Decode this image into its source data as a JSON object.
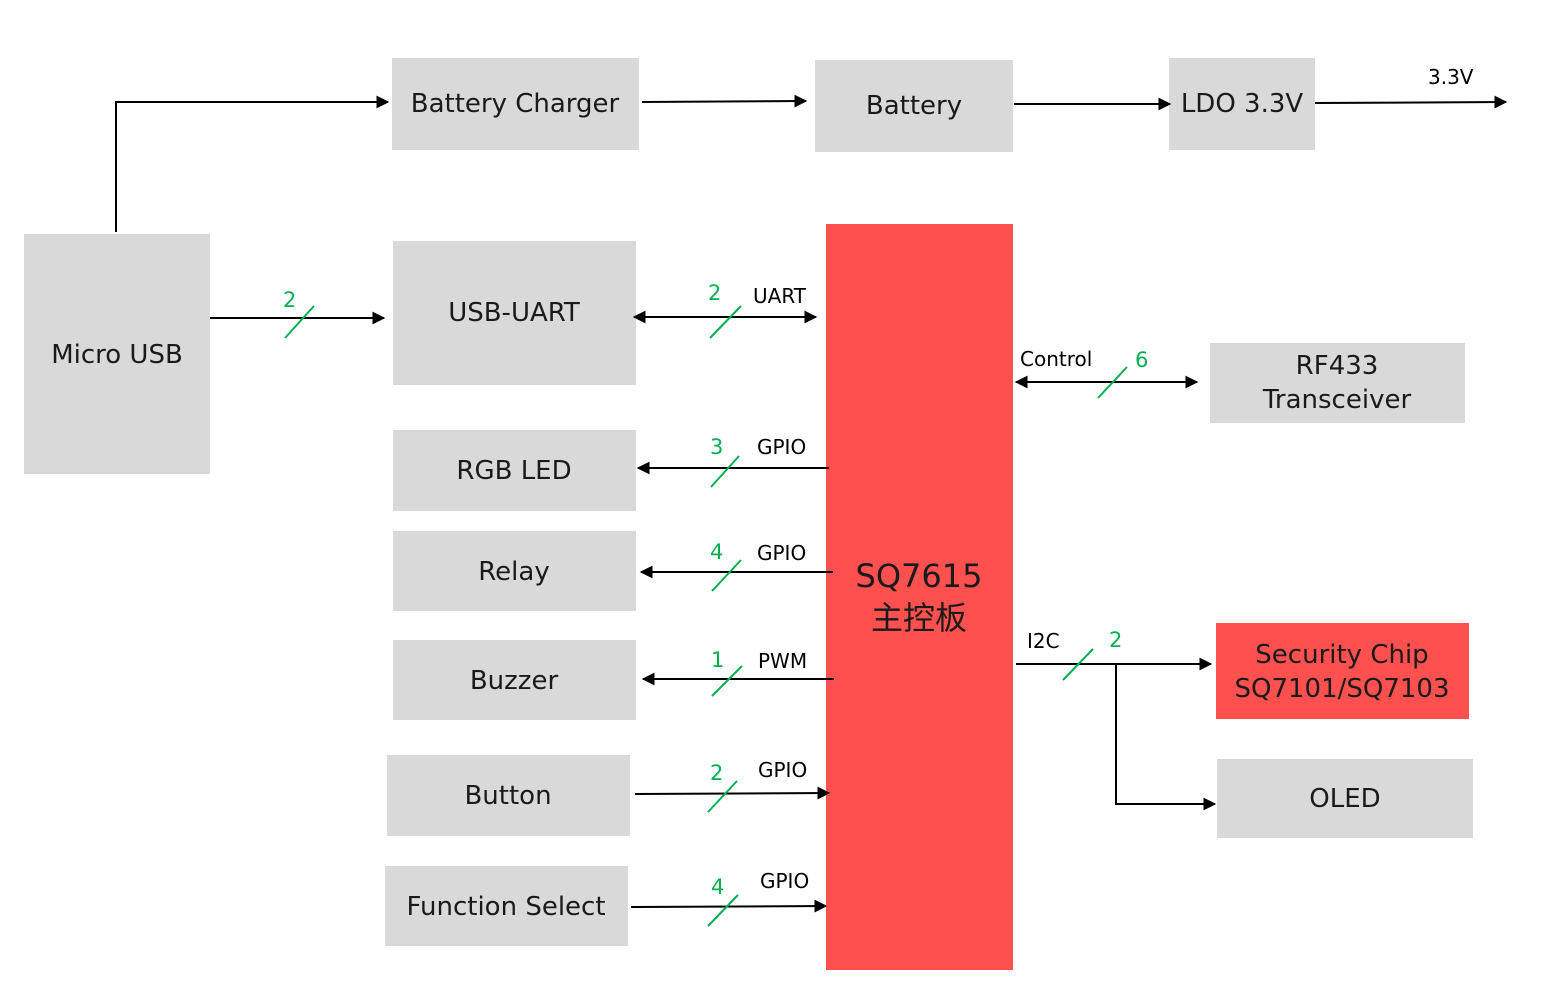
{
  "colors": {
    "block_gray": "#d9d9d9",
    "block_red": "#ff5050",
    "bus_width_marker": "#00b050",
    "wire": "#000000"
  },
  "blocks": {
    "micro_usb": "Micro USB",
    "battery_charger": "Battery Charger",
    "battery": "Battery",
    "ldo": "LDO 3.3V",
    "usb_uart": "USB-UART",
    "rgb_led": "RGB LED",
    "relay": "Relay",
    "buzzer": "Buzzer",
    "button": "Button",
    "function_select": "Function Select",
    "mcu_line1": "SQ7615",
    "mcu_line2": "主控板",
    "rf433_line1": "RF433",
    "rf433_line2": "Transceiver",
    "security_line1": "Security Chip",
    "security_line2": "SQ7101/SQ7103",
    "oled": "OLED"
  },
  "connections": {
    "output_3v3": "3.3V",
    "usb_bus_width": "2",
    "uart": {
      "bus": "UART",
      "width": "2"
    },
    "rgb_led": {
      "bus": "GPIO",
      "width": "3"
    },
    "relay": {
      "bus": "GPIO",
      "width": "4"
    },
    "buzzer": {
      "bus": "PWM",
      "width": "1"
    },
    "button": {
      "bus": "GPIO",
      "width": "2"
    },
    "function_select": {
      "bus": "GPIO",
      "width": "4"
    },
    "rf433": {
      "bus": "Control",
      "width": "6"
    },
    "i2c": {
      "bus": "I2C",
      "width": "2"
    }
  }
}
